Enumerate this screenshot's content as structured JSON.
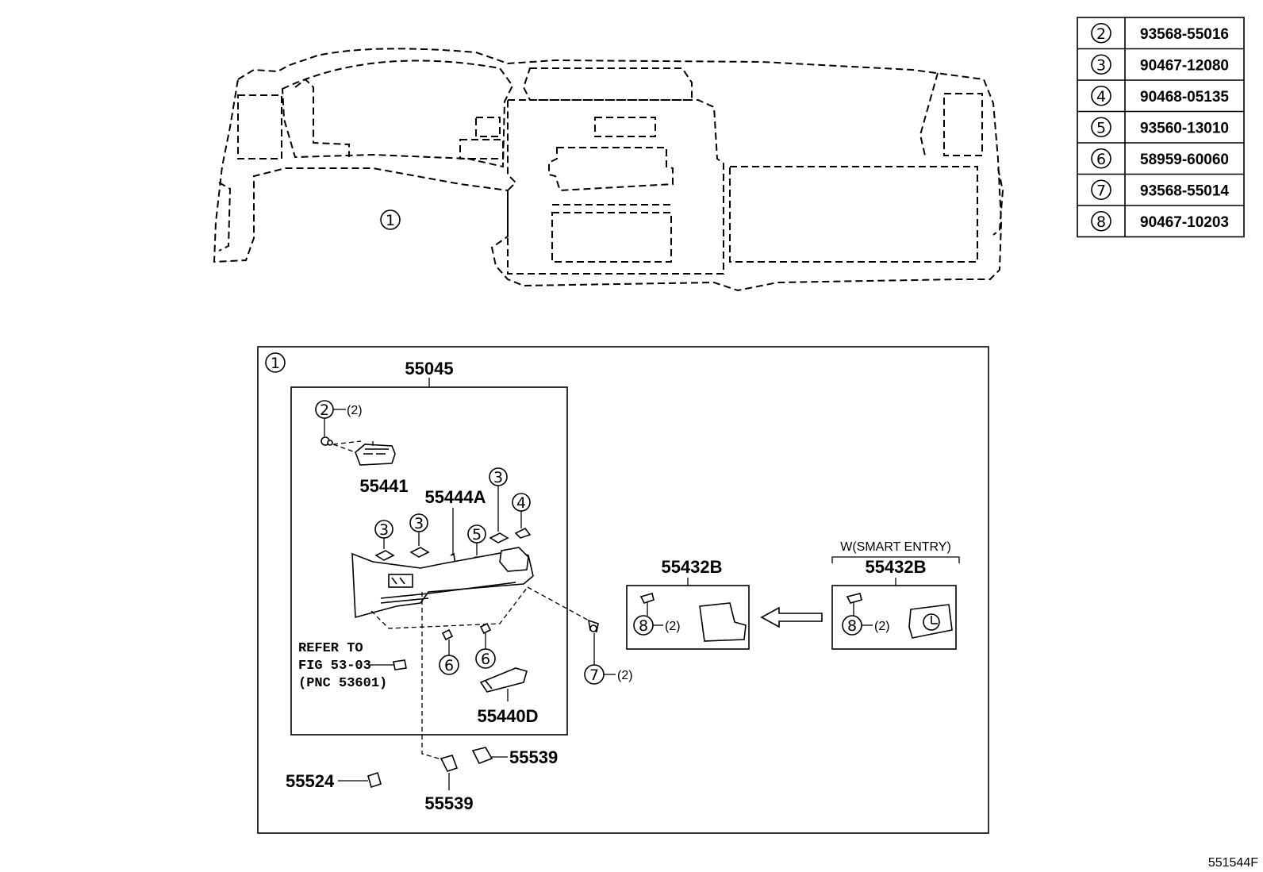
{
  "diagram_id": "551544F",
  "parts_table": [
    {
      "ref": "2",
      "part_no": "93568-55016"
    },
    {
      "ref": "3",
      "part_no": "90467-12080"
    },
    {
      "ref": "4",
      "part_no": "90468-05135"
    },
    {
      "ref": "5",
      "part_no": "93560-13010"
    },
    {
      "ref": "6",
      "part_no": "58959-60060"
    },
    {
      "ref": "7",
      "part_no": "93568-55014"
    },
    {
      "ref": "8",
      "part_no": "90467-10203"
    }
  ],
  "overview": {
    "callout": "1"
  },
  "detail": {
    "callout": "1",
    "assembly_label": "55045",
    "parts": {
      "p55441": "55441",
      "p55444A": "55444A",
      "p55440D": "55440D",
      "p55524": "55524",
      "p55539_a": "55539",
      "p55539_b": "55539",
      "p55432B_a": "55432B",
      "p55432B_b": "55432B"
    },
    "smart_entry_label": "W(SMART ENTRY)",
    "qty_2": "(2)",
    "qty_7": "(2)",
    "qty_8a": "(2)",
    "qty_8b": "(2)",
    "refer": {
      "line1": "REFER TO",
      "line2": "FIG 53-03",
      "line3": "(PNC 53601)"
    },
    "callouts": {
      "c2": "2",
      "c3a": "3",
      "c3b": "3",
      "c3c": "3",
      "c4": "4",
      "c5": "5",
      "c6a": "6",
      "c6b": "6",
      "c7": "7",
      "c8a": "8",
      "c8b": "8"
    }
  }
}
